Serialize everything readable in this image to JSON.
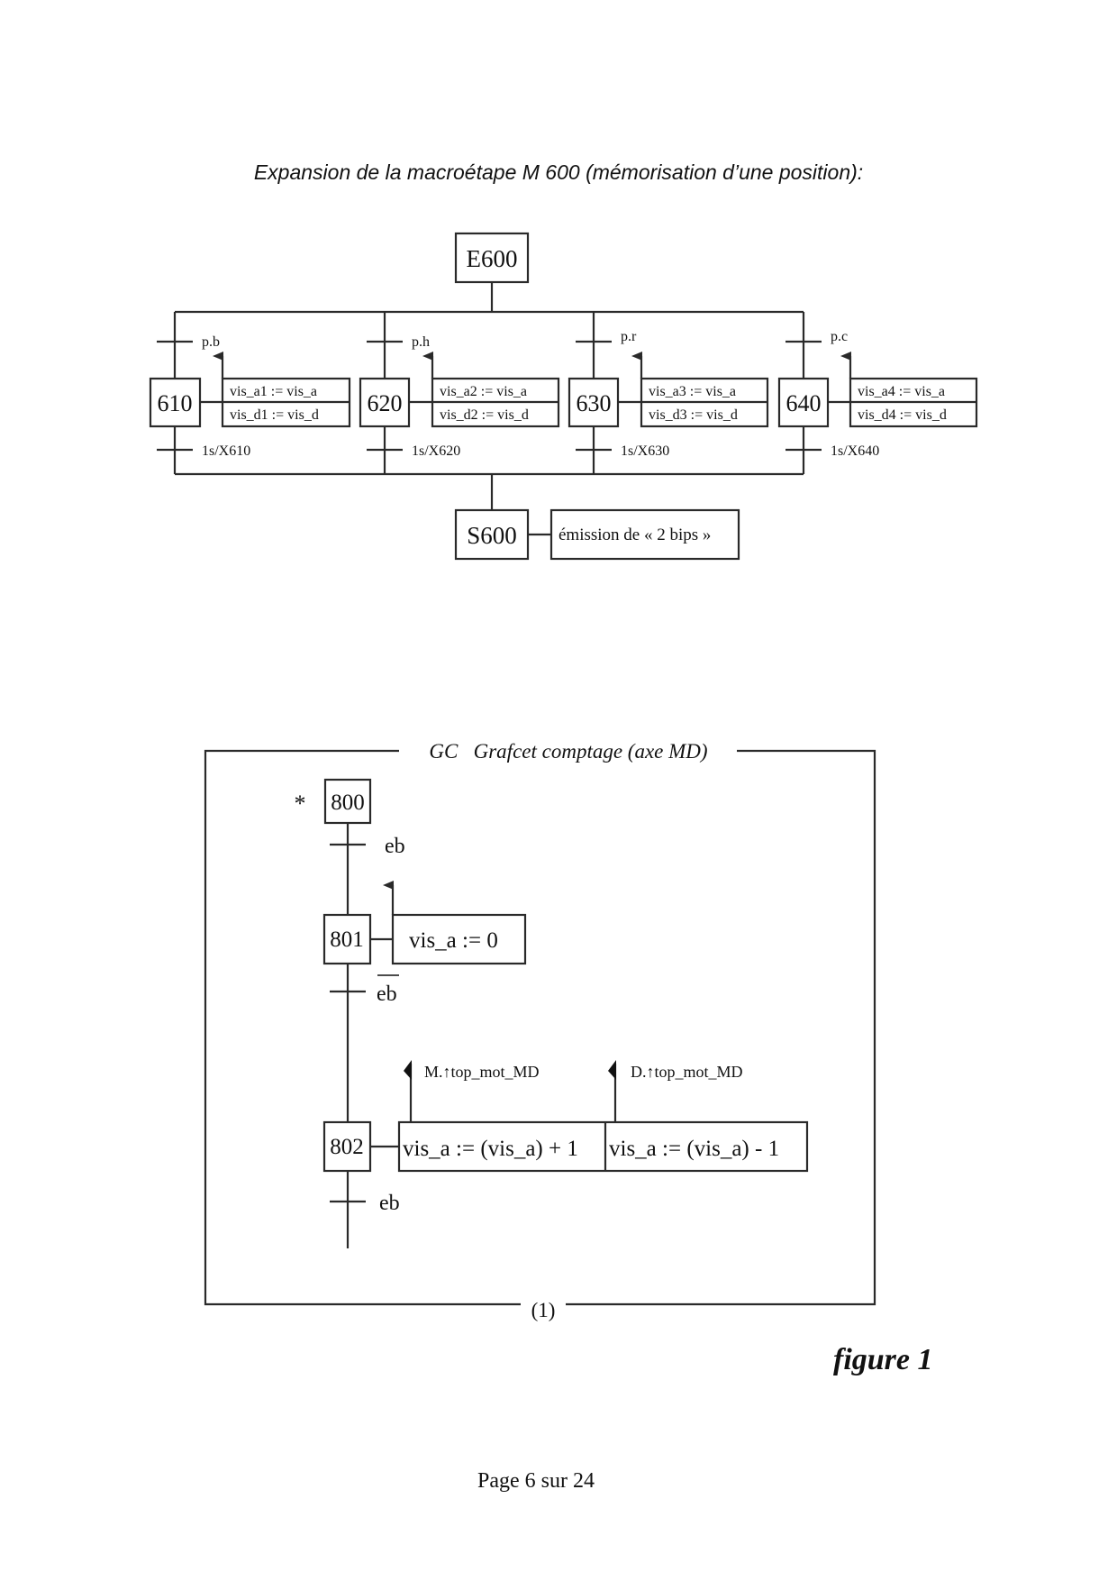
{
  "header": {
    "title": "Expansion de la macroétape M 600 (mémorisation d’une position):"
  },
  "macro_diagram": {
    "entry_step": "E600",
    "exit_step": "S600",
    "exit_action": "émission de « 2 bips »",
    "branches": [
      {
        "step": "610",
        "condition": "p.b",
        "actions": [
          "vis_a1 := vis_a",
          "vis_d1 := vis_d"
        ],
        "exit_transition": "1s/X610"
      },
      {
        "step": "620",
        "condition": "p.h",
        "actions": [
          "vis_a2 := vis_a",
          "vis_d2 := vis_d"
        ],
        "exit_transition": "1s/X620"
      },
      {
        "step": "630",
        "condition": "p.r",
        "actions": [
          "vis_a3 := vis_a",
          "vis_d3 := vis_d"
        ],
        "exit_transition": "1s/X630"
      },
      {
        "step": "640",
        "condition": "p.c",
        "actions": [
          "vis_a4 := vis_a",
          "vis_d4 := vis_d"
        ],
        "exit_transition": "1s/X640"
      }
    ]
  },
  "counting_grafcet": {
    "frame_title": "GC   Grafcet comptage (axe MD)",
    "initial_marker": "*",
    "steps": {
      "s800": "800",
      "s801": "801",
      "s802": "802"
    },
    "transitions": {
      "t800": "eb",
      "t801": "eb",
      "t801_negated": true,
      "t802": "eb"
    },
    "actions": {
      "a801": "vis_a := 0",
      "a802_inc": "vis_a := (vis_a) + 1",
      "a802_dec": "vis_a := (vis_a) - 1"
    },
    "events": {
      "inc_event": "M.↑top_mot_MD",
      "dec_event": "D.↑top_mot_MD"
    },
    "footer_label": "(1)"
  },
  "figure_caption": "figure 1",
  "footer": {
    "page_number": "Page 6 sur 24"
  }
}
